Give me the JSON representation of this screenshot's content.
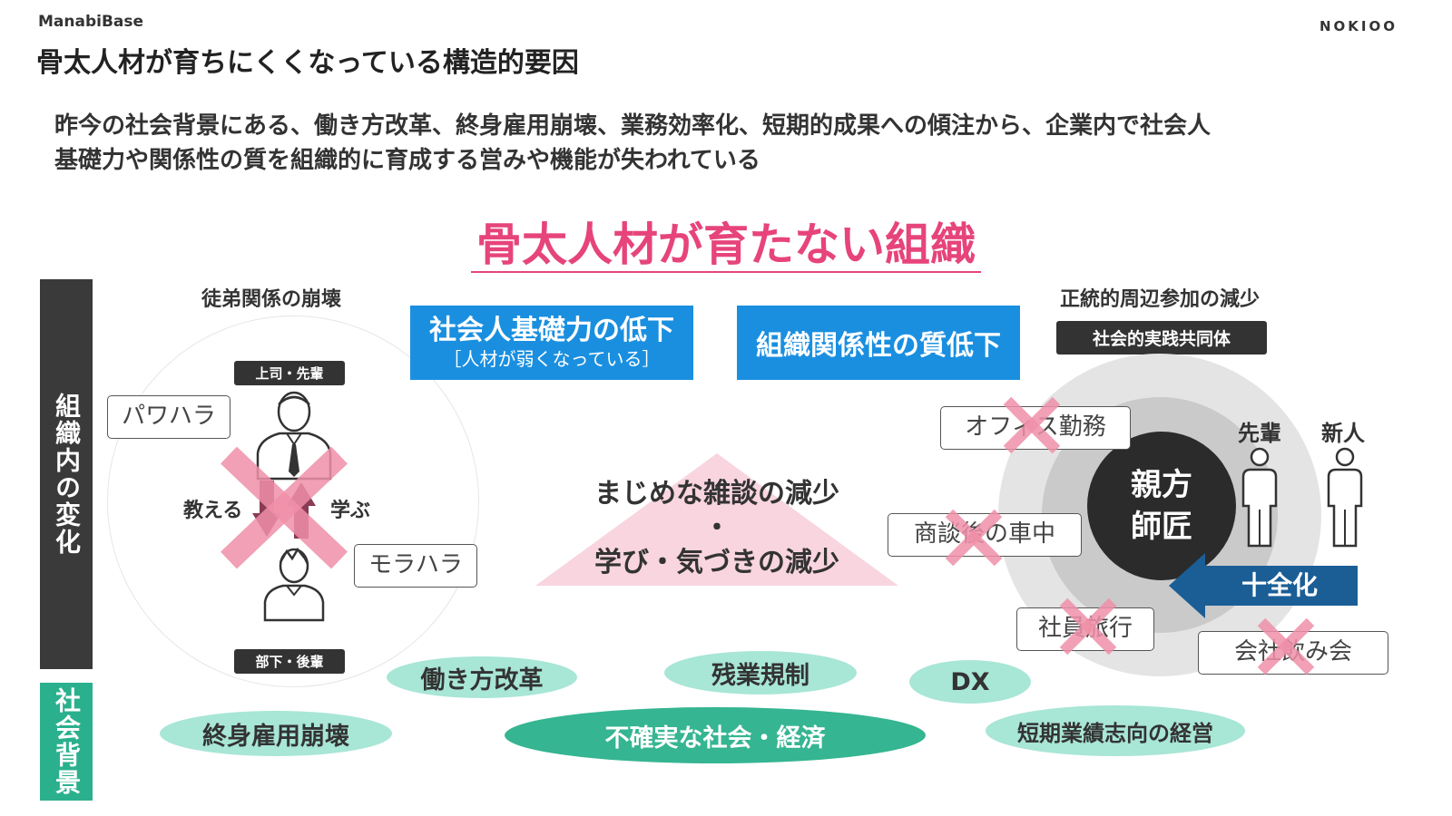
{
  "header": {
    "brand": "ManabiBase",
    "logo": "NOKIOO",
    "title": "骨太人材が育ちにくくなっている構造的要因"
  },
  "lead": {
    "line1": "昨今の社会背景にある、働き方改革、終身雇用崩壊、業務効率化、短期的成果への傾注から、企業内で社会人",
    "line2": "基礎力や関係性の質を組織的に育成する営みや機能が失われている"
  },
  "headline": "骨太人材が育たない組織",
  "side_labels": {
    "org_change": "組織内の変化",
    "social": "社会背景"
  },
  "left_panel": {
    "title": "徒弟関係の崩壊",
    "boss_tag": "上司・先輩",
    "sub_tag": "部下・後輩",
    "teach": "教える",
    "learn": "学ぶ",
    "bubble_power": "パワハラ",
    "bubble_moral": "モラハラ"
  },
  "center": {
    "box1_title": "社会人基礎力の低下",
    "box1_sub": "［人材が弱くなっている］",
    "box2_title": "組織関係性の質低下",
    "triangle_line1": "まじめな雑談の減少",
    "triangle_dot": "・",
    "triangle_line2": "学び・気づきの減少"
  },
  "right_panel": {
    "title": "正統的周辺参加の減少",
    "tag": "社会的実践共同体",
    "center_line1": "親方",
    "center_line2": "師匠",
    "senior": "先輩",
    "newcomer": "新人",
    "arrow_label": "十全化",
    "bubble_office": "オフィス勤務",
    "bubble_after": "商談後の車中",
    "bubble_trip": "社員旅行",
    "bubble_drink": "会社飲み会"
  },
  "social_pills": {
    "workstyle": "働き方改革",
    "overtime": "残業規制",
    "dx": "DX",
    "lifetime": "終身雇用崩壊",
    "uncertain": "不確実な社会・経済",
    "shortterm": "短期業績志向の経営"
  },
  "colors": {
    "accent_pink": "#e6447a",
    "cross_pink": "#ee8fa8",
    "blue": "#1a8fe0",
    "navy": "#1b5e96",
    "mint": "#a8e6d6",
    "green": "#35b591",
    "dark": "#333333"
  },
  "icons": [
    "person-suit-icon",
    "person-casual-icon",
    "person-outline-icon",
    "cross-mark-icon",
    "arrow-up-icon",
    "arrow-down-icon",
    "arrow-left-icon"
  ]
}
